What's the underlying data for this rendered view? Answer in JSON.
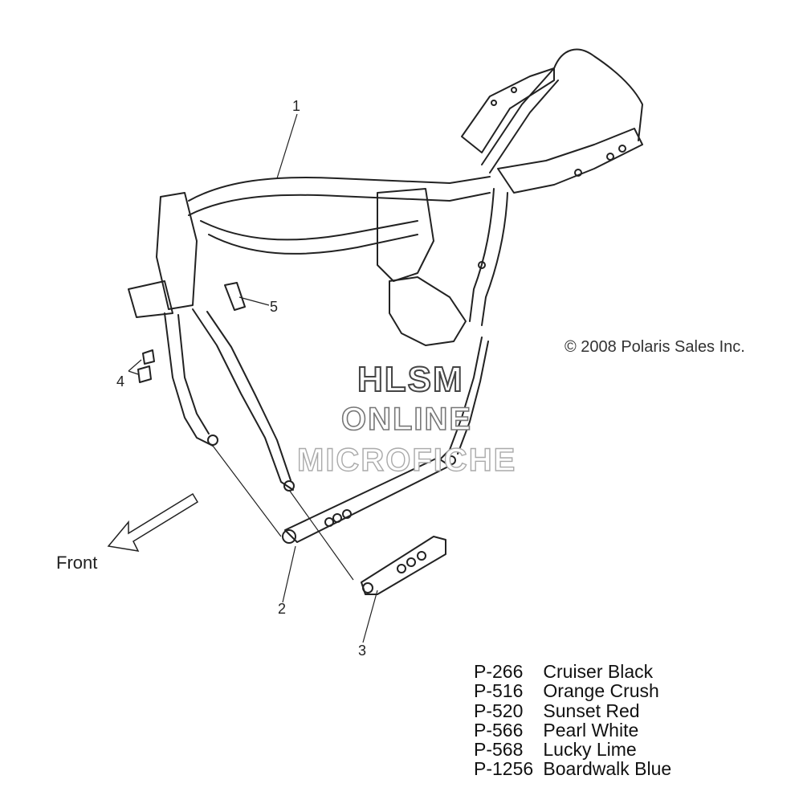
{
  "callouts": [
    {
      "id": "1",
      "label": "1"
    },
    {
      "id": "2",
      "label": "2"
    },
    {
      "id": "3",
      "label": "3"
    },
    {
      "id": "4",
      "label": "4"
    },
    {
      "id": "5",
      "label": "5"
    }
  ],
  "copyright": "© 2008 Polaris Sales Inc.",
  "front_label": "Front",
  "watermark": [
    "HLSM",
    "ONLINE",
    "MICROFICHE"
  ],
  "paint_codes": [
    {
      "code": "P-266",
      "name": "Cruiser Black"
    },
    {
      "code": "P-516",
      "name": "Orange Crush"
    },
    {
      "code": "P-520",
      "name": "Sunset Red"
    },
    {
      "code": "P-566",
      "name": "Pearl White"
    },
    {
      "code": "P-568",
      "name": "Lucky Lime"
    },
    {
      "code": "P-1256",
      "name": "Boardwalk Blue"
    }
  ],
  "colors": {
    "line": "#222222",
    "background": "#ffffff"
  }
}
